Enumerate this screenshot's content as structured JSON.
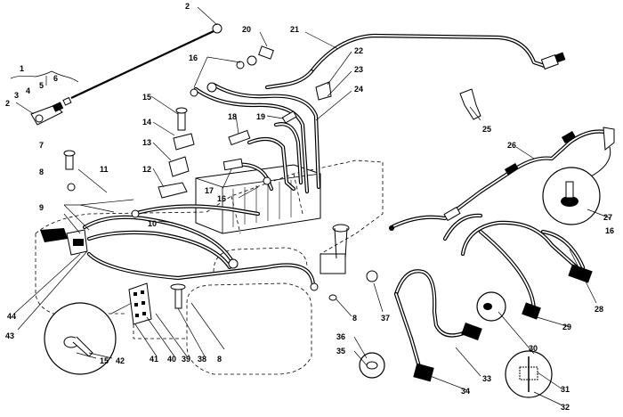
{
  "diagram": {
    "callouts": [
      {
        "id": "c1",
        "text": "1"
      },
      {
        "id": "c2a",
        "text": "2"
      },
      {
        "id": "c2b",
        "text": "2"
      },
      {
        "id": "c3",
        "text": "3"
      },
      {
        "id": "c4",
        "text": "4"
      },
      {
        "id": "c5",
        "text": "5"
      },
      {
        "id": "c6",
        "text": "6"
      },
      {
        "id": "c7",
        "text": "7"
      },
      {
        "id": "c8a",
        "text": "8"
      },
      {
        "id": "c8b",
        "text": "8"
      },
      {
        "id": "c8c",
        "text": "8"
      },
      {
        "id": "c9",
        "text": "9"
      },
      {
        "id": "c10",
        "text": "10"
      },
      {
        "id": "c11",
        "text": "11"
      },
      {
        "id": "c12",
        "text": "12"
      },
      {
        "id": "c13",
        "text": "13"
      },
      {
        "id": "c14",
        "text": "14"
      },
      {
        "id": "c15a",
        "text": "15"
      },
      {
        "id": "c15b",
        "text": "15"
      },
      {
        "id": "c16a",
        "text": "16"
      },
      {
        "id": "c16b",
        "text": "16"
      },
      {
        "id": "c16c",
        "text": "16"
      },
      {
        "id": "c17",
        "text": "17"
      },
      {
        "id": "c18",
        "text": "18"
      },
      {
        "id": "c19",
        "text": "19"
      },
      {
        "id": "c20",
        "text": "20"
      },
      {
        "id": "c21",
        "text": "21"
      },
      {
        "id": "c22",
        "text": "22"
      },
      {
        "id": "c23",
        "text": "23"
      },
      {
        "id": "c24",
        "text": "24"
      },
      {
        "id": "c25",
        "text": "25"
      },
      {
        "id": "c26",
        "text": "26"
      },
      {
        "id": "c27",
        "text": "27"
      },
      {
        "id": "c28",
        "text": "28"
      },
      {
        "id": "c29",
        "text": "29"
      },
      {
        "id": "c30",
        "text": "30"
      },
      {
        "id": "c31",
        "text": "31"
      },
      {
        "id": "c32",
        "text": "32"
      },
      {
        "id": "c33",
        "text": "33"
      },
      {
        "id": "c34",
        "text": "34"
      },
      {
        "id": "c35",
        "text": "35"
      },
      {
        "id": "c36",
        "text": "36"
      },
      {
        "id": "c37",
        "text": "37"
      },
      {
        "id": "c38",
        "text": "38"
      },
      {
        "id": "c39",
        "text": "39"
      },
      {
        "id": "c40",
        "text": "40"
      },
      {
        "id": "c41",
        "text": "41"
      },
      {
        "id": "c42",
        "text": "42"
      },
      {
        "id": "c43",
        "text": "43"
      },
      {
        "id": "c44",
        "text": "44"
      }
    ]
  }
}
